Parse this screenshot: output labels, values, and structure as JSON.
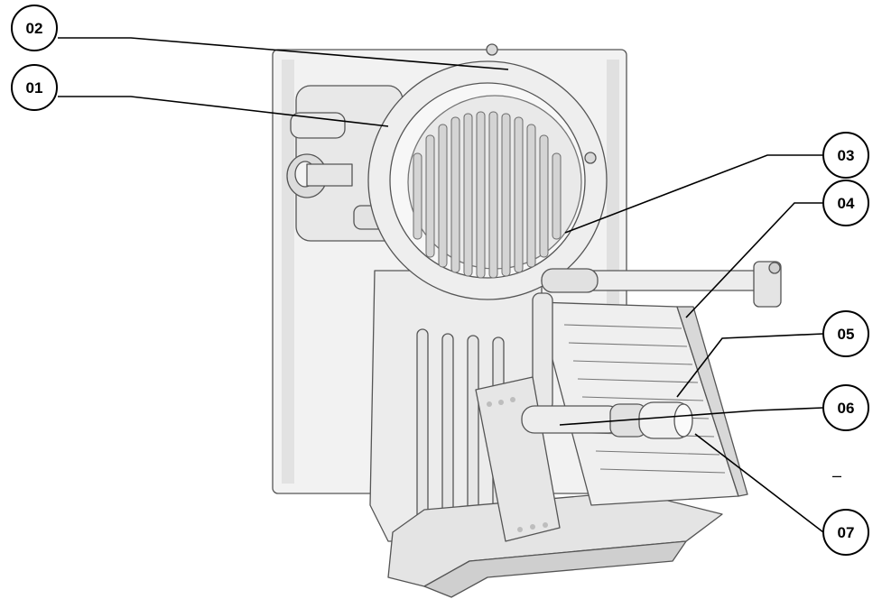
{
  "figure": {
    "callouts": [
      {
        "id": "c01",
        "label": "01"
      },
      {
        "id": "c02",
        "label": "02"
      },
      {
        "id": "c03",
        "label": "03"
      },
      {
        "id": "c04",
        "label": "04"
      },
      {
        "id": "c05",
        "label": "05"
      },
      {
        "id": "c06",
        "label": "06"
      },
      {
        "id": "c07",
        "label": "07"
      }
    ],
    "stray_mark": "–"
  },
  "colors": {
    "line": "#000000",
    "body_fill": "#efefef",
    "body_stroke": "#555555",
    "shade": "#d6d6d6",
    "dark": "#9a9a9a"
  }
}
